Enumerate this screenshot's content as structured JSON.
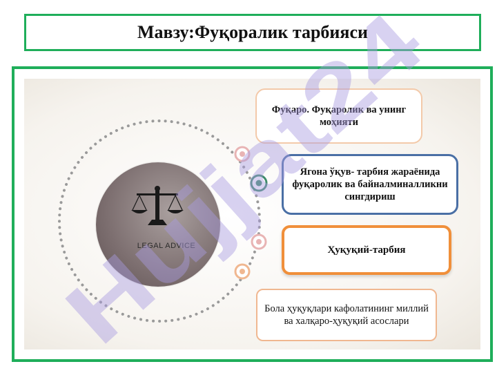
{
  "slide": {
    "title": "Мавзу:Фуқоралик тарбияси",
    "image_caption": "LEGAL  ADVICE",
    "watermark": "Hujjat24",
    "items": [
      {
        "label": "Фуқаро. Фуқаролик ва унинг моҳияти"
      },
      {
        "label": "Ягона ўқув- тарбия жараёнида фуқаролик ва байналминалликни сингдириш"
      },
      {
        "label": "Ҳуқуқий-тарбия"
      },
      {
        "label": "Бола ҳуқуқлари кафолатининг миллий ва халқаро-ҳуқуқий асослари"
      }
    ]
  },
  "colors": {
    "frame_green": "#1fae5a",
    "accent_orange": "#f08f3a",
    "accent_blue": "#4a6fa5",
    "circle_brown": "#7d6f70",
    "watermark_purple": "#a89be0"
  }
}
